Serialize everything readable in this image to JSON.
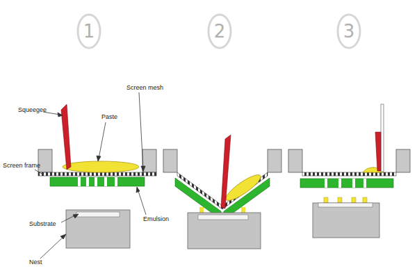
{
  "diagram": {
    "labels": [
      "1",
      "2",
      "3",
      "Squeegee",
      "Paste",
      "Screen mesh",
      "Screen frame",
      "Emulsion",
      "Substrate",
      "Nest"
    ]
  }
}
